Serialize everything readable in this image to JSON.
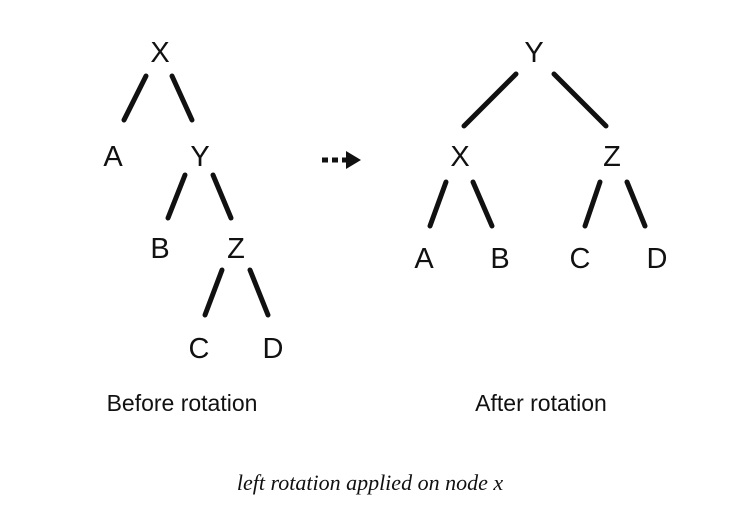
{
  "before": {
    "label": "Before rotation",
    "nodes": {
      "root": "X",
      "left": "A",
      "right": "Y",
      "right_left": "B",
      "right_right": "Z",
      "rr_left": "C",
      "rr_right": "D"
    }
  },
  "after": {
    "label": "After rotation",
    "nodes": {
      "root": "Y",
      "left": "X",
      "right": "Z",
      "left_left": "A",
      "left_right": "B",
      "right_left": "C",
      "right_right": "D"
    }
  },
  "caption": "left rotation applied on node x",
  "colors": {
    "ink": "#111111",
    "background": "#ffffff"
  },
  "icons": {
    "arrow": "dotted-right-arrow-icon"
  }
}
